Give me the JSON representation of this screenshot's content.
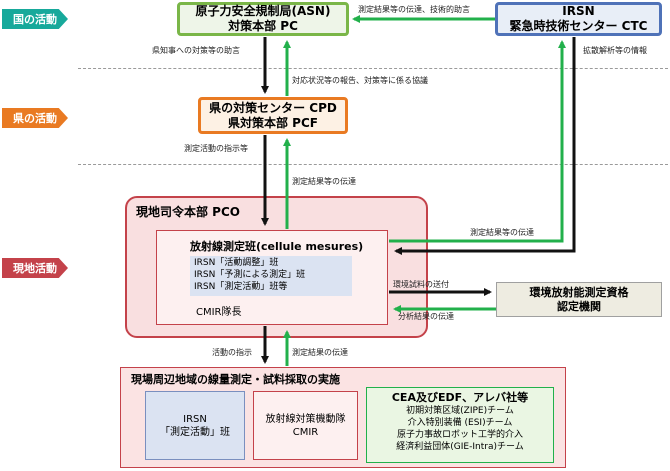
{
  "tags": {
    "national": "国の活動",
    "prefecture": "県の活動",
    "field": "現地活動"
  },
  "asn": {
    "line1": "原子力安全規制局(ASN)",
    "line2": "対策本部 PC"
  },
  "irsn_ctc": {
    "line1": "IRSN",
    "line2": "緊急時技術センター CTC"
  },
  "cpd": {
    "line1": "県の対策センター CPD",
    "line2": "県対策本部 PCF"
  },
  "pco": {
    "title": "現地司令本部 PCO",
    "cellule_title": "放射線測定班(cellule mesures)",
    "irsn_items": [
      "IRSN「活動調整」班",
      "IRSN「予測による測定」班",
      "IRSN「測定活動」班等"
    ],
    "cmir_chief": "CMIR隊長"
  },
  "lab": {
    "line1": "環境放射能測定資格",
    "line2": "認定機関"
  },
  "bottom": {
    "title": "現場周辺地域の線量測定・試料採取の実施",
    "irsn": {
      "line1": "IRSN",
      "line2": "「測定活動」班"
    },
    "cmir": {
      "line1": "放射線対策機動隊",
      "line2": "CMIR"
    },
    "cea": {
      "title": "CEA及びEDF、アレバ社等",
      "items": [
        "初期対策区域(ZIPE)チーム",
        "介入特別装備 (ESI)チーム",
        "原子力事故ロボット工学的介入",
        "経済利益団体(GIE-Intra)チーム"
      ]
    }
  },
  "labels": {
    "asn_irsn": "測定結果等の伝達、技術的助言",
    "governor_advice": "県知事への対策等の助言",
    "diffusion": "拡散解析等の情報",
    "response_report": "対応状況等の報告、対策等に係る協議",
    "measure_instr": "測定活動の指示等",
    "result_up": "測定結果等の伝達",
    "result_to_irsn": "測定結果等の伝達",
    "sample_send": "環境試料の送付",
    "analysis_result": "分析結果の伝達",
    "activity_instr": "活動の指示",
    "measure_result": "測定結果の伝達"
  },
  "colors": {
    "national": "#17a99b",
    "prefecture": "#e97a22",
    "field": "#c4424a",
    "green_arrow": "#22b04b",
    "blue_arrow": "#2a4f9e"
  }
}
